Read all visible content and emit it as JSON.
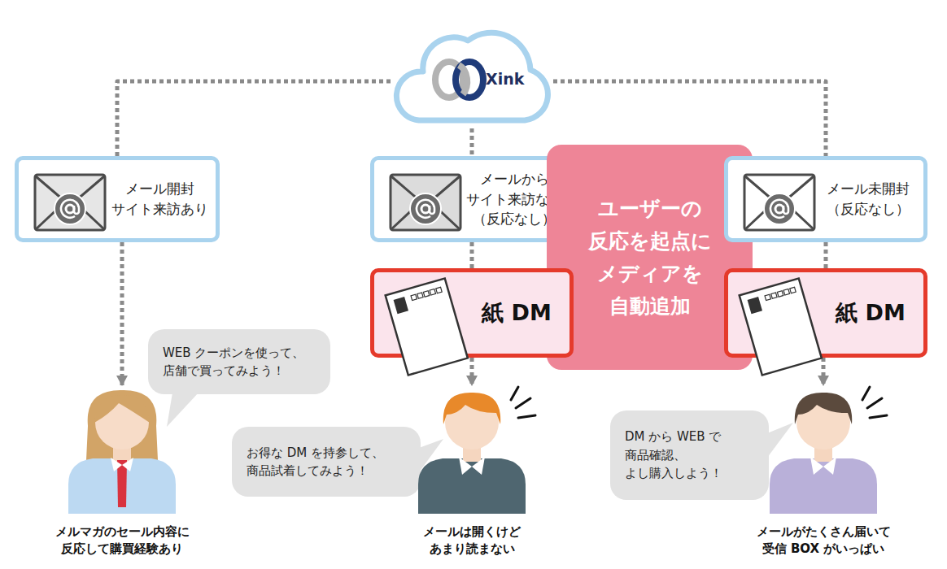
{
  "diagram": {
    "nodes": [
      {
        "text": [
          "Xink"
        ]
      },
      {
        "text": [
          "メール開封 サイト来訪あり"
        ]
      },
      {
        "text": [
          "メールから サイト来訪なし （反応なし）"
        ]
      },
      {
        "text": [
          "ユーザーの 反応を起点に メディアを 自動追加"
        ]
      },
      {
        "text": [
          "メール未開封 （反応なし）"
        ]
      },
      {
        "text": [
          "紙 DM"
        ]
      },
      {
        "text": [
          "紙 DM"
        ]
      },
      {
        "text": [
          "WEB クーポンを使って、 店舗で買ってみよう！"
        ]
      },
      {
        "text": [
          "お得な DM を持参して、 商品試着してみよう！"
        ]
      },
      {
        "text": [
          "DM から WEB で 商品確認、 よし購入しよう！"
        ]
      },
      {
        "text": [
          "メルマガのセール内容に 反応して購買経験あり"
        ]
      },
      {
        "text": [
          "メールは開くけど あまり読まない"
        ]
      },
      {
        "text": [
          "メールがたくさん届いて 受信 BOX がいっぱい"
        ]
      }
    ],
    "edges": [
      {
        "from": 0,
        "to": 1,
        "arrow": "none"
      },
      {
        "from": 0,
        "to": 2,
        "arrow": "none"
      },
      {
        "from": 0,
        "to": 4,
        "arrow": "none"
      },
      {
        "from": 1,
        "to": 10,
        "arrow": "to"
      },
      {
        "from": 2,
        "to": 5,
        "arrow": "none"
      },
      {
        "from": 5,
        "to": 11,
        "arrow": "to"
      },
      {
        "from": 4,
        "to": 6,
        "arrow": "none"
      },
      {
        "from": 6,
        "to": 12,
        "arrow": "to"
      }
    ]
  }
}
